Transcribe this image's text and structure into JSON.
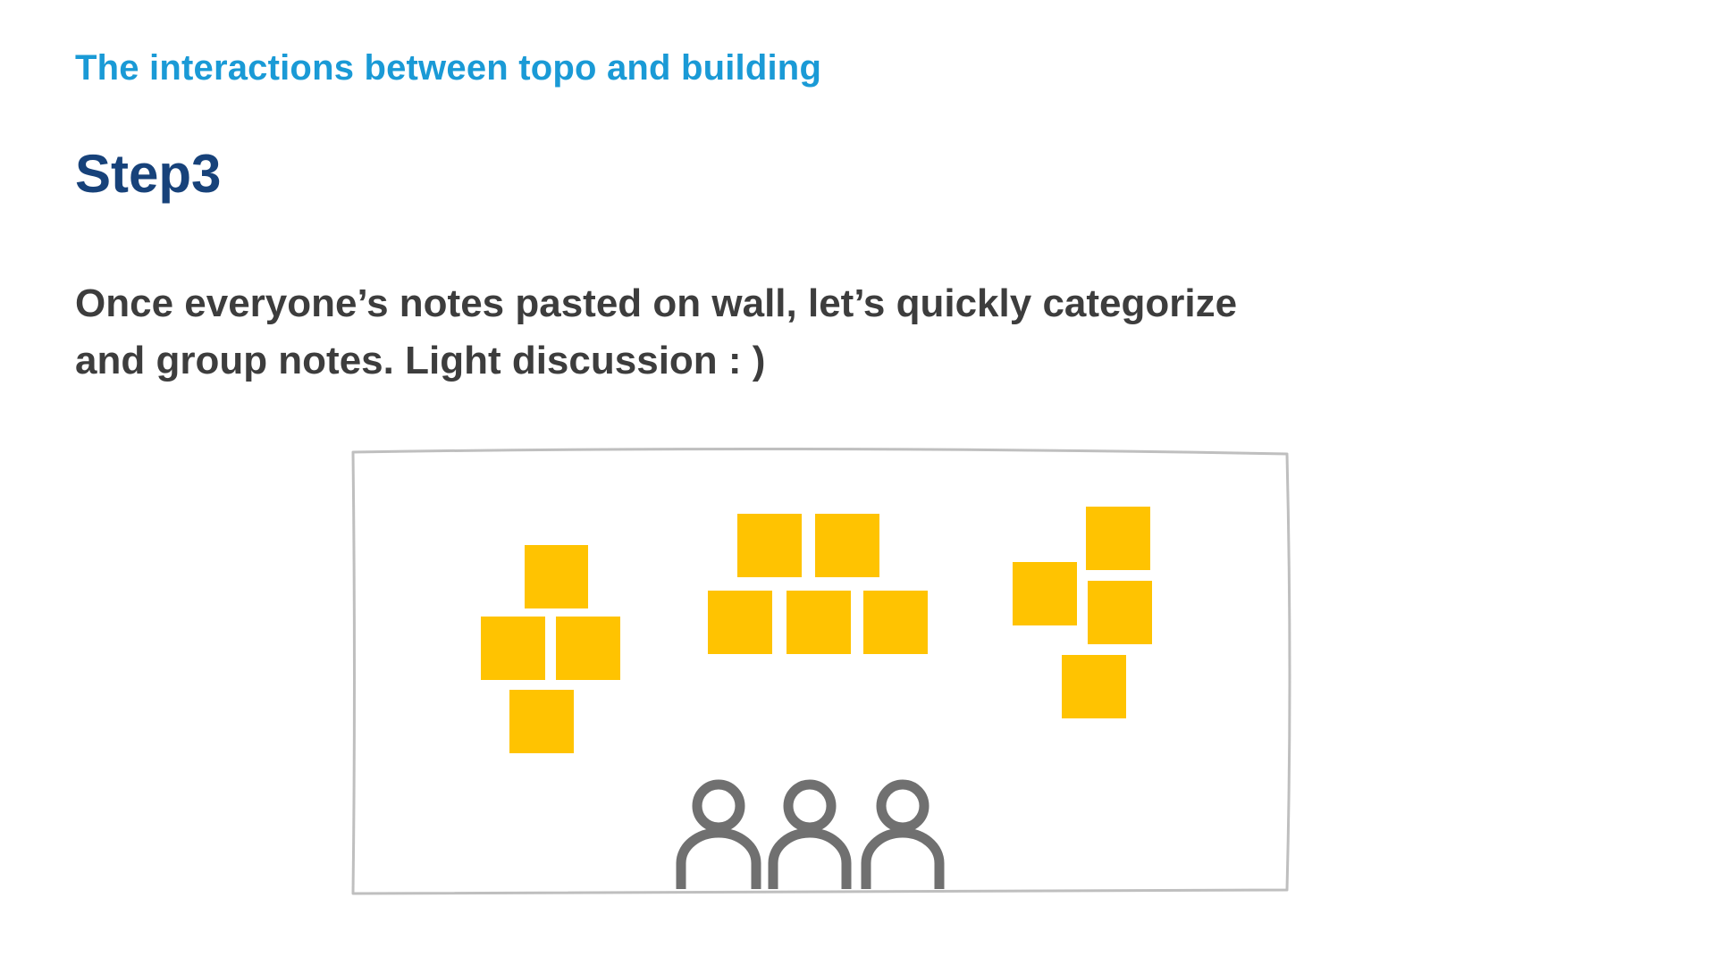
{
  "header": {
    "supertitle": "The interactions between topo and building",
    "step_title": "Step3"
  },
  "body": {
    "line1": "Once everyone’s notes pasted on wall, let’s quickly categorize",
    "line2": "and group notes. Light discussion : )"
  },
  "illustration": {
    "wall_label": "",
    "note_groups": [
      {
        "name": "group-left",
        "count": 4
      },
      {
        "name": "group-center",
        "count": 5
      },
      {
        "name": "group-right",
        "count": 4
      }
    ],
    "people_count": 3,
    "icons": [
      "wall-outline-icon",
      "sticky-note-icon",
      "person-icon"
    ]
  },
  "colors": {
    "supertitle": "#1A9AD6",
    "step_title": "#17427A",
    "body_text": "#3D3D3D",
    "sticky_note": "#FFC301",
    "wall_outline": "#BFBFBF",
    "person": "#707070"
  }
}
